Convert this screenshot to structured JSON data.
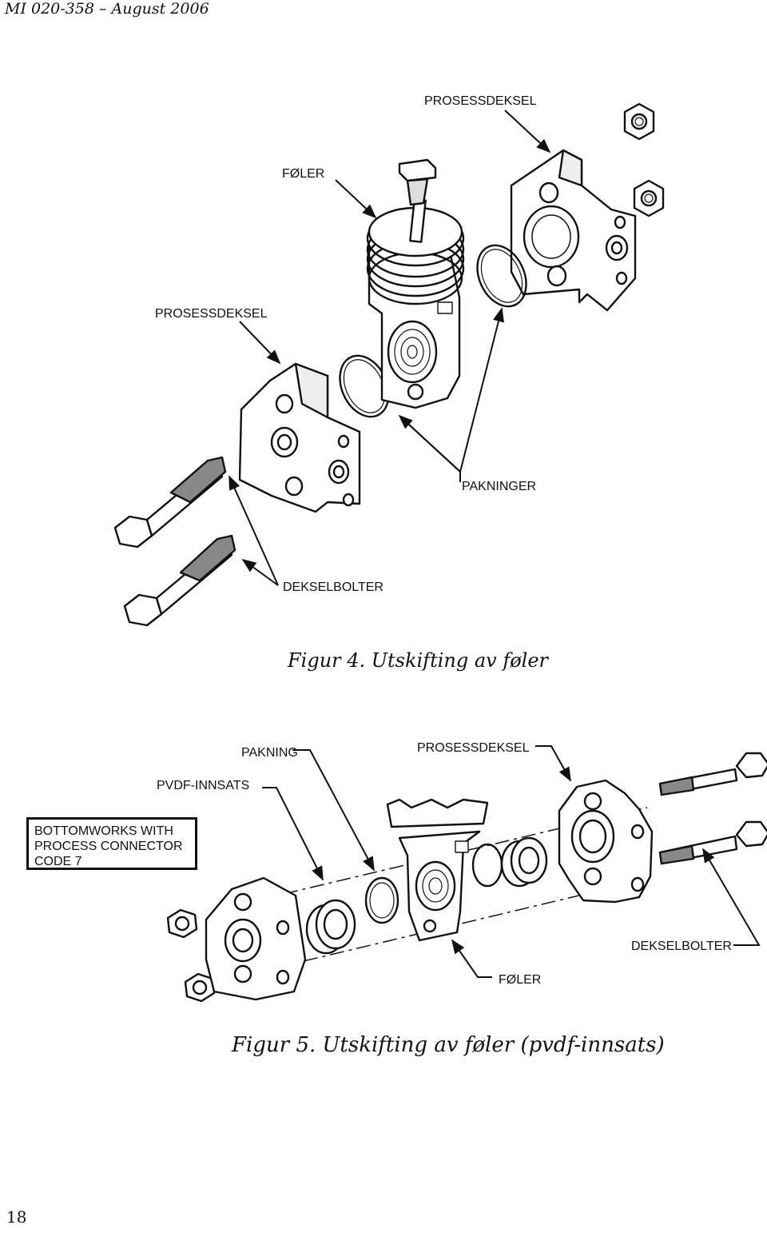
{
  "header": {
    "doc_ref": "MI 020-358 – August 2006"
  },
  "figure4": {
    "labels": {
      "process_cover_top": "PROSESSDEKSEL",
      "sensor": "FØLER",
      "process_cover_left": "PROSESSDEKSEL",
      "gaskets": "PAKNINGER",
      "cover_bolts": "DEKSELBOLTER"
    },
    "caption": "Figur 4.  Utskifting av føler"
  },
  "figure5": {
    "labels": {
      "gasket": "PAKNING",
      "process_cover": "PROSESSDEKSEL",
      "pvdf_insert": "PVDF-INNSATS",
      "cover_bolts": "DEKSELBOLTER",
      "sensor": "FØLER"
    },
    "note_lines": [
      "BOTTOMWORKS WITH",
      "PROCESS CONNECTOR",
      "CODE 7"
    ],
    "caption": "Figur 5.  Utskifting av føler (pvdf-innsats)"
  },
  "footer": {
    "page_number": "18"
  }
}
